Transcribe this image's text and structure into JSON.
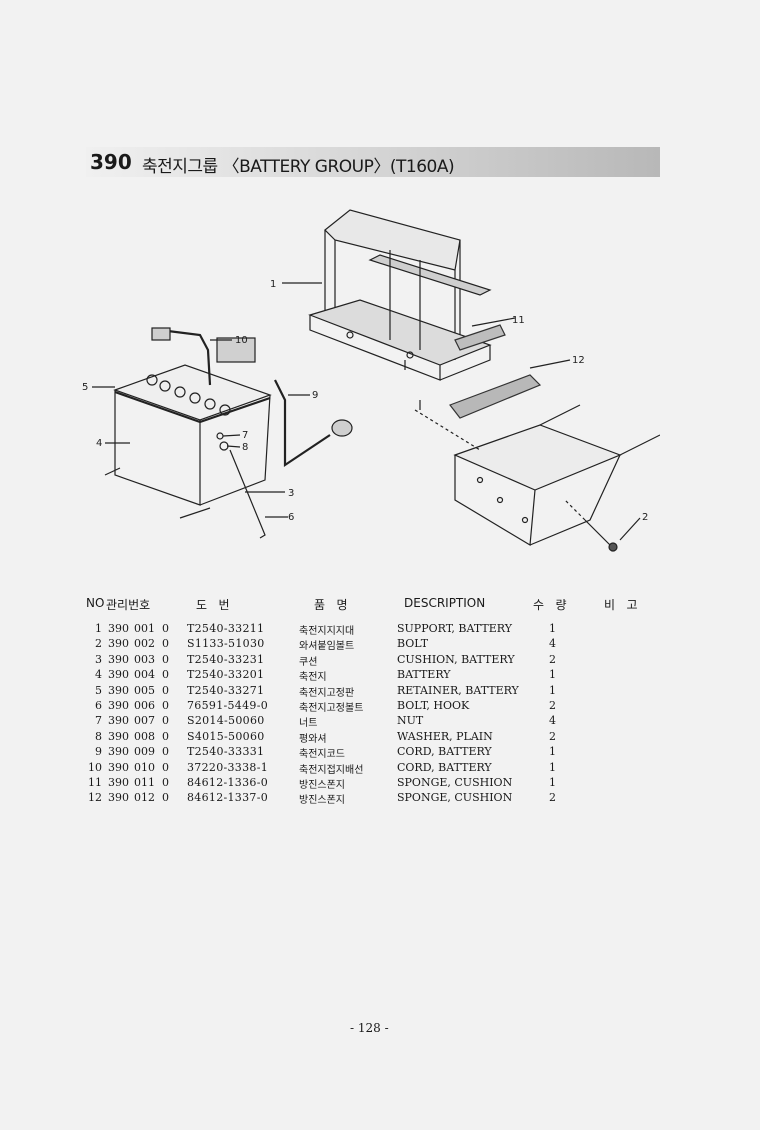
{
  "header": {
    "group_no": "390",
    "title": "축전지그룹 〈BATTERY GROUP〉(T160A)"
  },
  "diagram": {
    "callouts": [
      "1",
      "2",
      "3",
      "4",
      "5",
      "6",
      "7",
      "8",
      "9",
      "10",
      "11",
      "12"
    ]
  },
  "table": {
    "headers": {
      "no": "NO",
      "mgmt_no": "관리번호",
      "drawing": "도   번",
      "name": "품   명",
      "description": "DESCRIPTION",
      "qty": "수   량",
      "remarks": "비   고"
    },
    "rows": [
      {
        "no": "1",
        "g": "390",
        "s": "001",
        "r": "0",
        "drawing": "T2540-33211",
        "name": "축전지지지대",
        "desc": "SUPPORT, BATTERY",
        "qty": "1"
      },
      {
        "no": "2",
        "g": "390",
        "s": "002",
        "r": "0",
        "drawing": "S1133-51030",
        "name": "와셔붙임볼트",
        "desc": "BOLT",
        "qty": "4"
      },
      {
        "no": "3",
        "g": "390",
        "s": "003",
        "r": "0",
        "drawing": "T2540-33231",
        "name": "쿠션",
        "desc": "CUSHION, BATTERY",
        "qty": "2"
      },
      {
        "no": "4",
        "g": "390",
        "s": "004",
        "r": "0",
        "drawing": "T2540-33201",
        "name": "축전지",
        "desc": "BATTERY",
        "qty": "1"
      },
      {
        "no": "5",
        "g": "390",
        "s": "005",
        "r": "0",
        "drawing": "T2540-33271",
        "name": "축전지고정판",
        "desc": "RETAINER, BATTERY",
        "qty": "1"
      },
      {
        "no": "6",
        "g": "390",
        "s": "006",
        "r": "0",
        "drawing": "76591-5449-0",
        "name": "축전지고정볼트",
        "desc": "BOLT, HOOK",
        "qty": "2"
      },
      {
        "no": "7",
        "g": "390",
        "s": "007",
        "r": "0",
        "drawing": "S2014-50060",
        "name": "너트",
        "desc": "NUT",
        "qty": "4"
      },
      {
        "no": "8",
        "g": "390",
        "s": "008",
        "r": "0",
        "drawing": "S4015-50060",
        "name": "평와셔",
        "desc": "WASHER, PLAIN",
        "qty": "2"
      },
      {
        "no": "9",
        "g": "390",
        "s": "009",
        "r": "0",
        "drawing": "T2540-33331",
        "name": "축전지코드",
        "desc": "CORD, BATTERY",
        "qty": "1"
      },
      {
        "no": "10",
        "g": "390",
        "s": "010",
        "r": "0",
        "drawing": "37220-3338-1",
        "name": "축전지접지배선",
        "desc": "CORD, BATTERY",
        "qty": "1"
      },
      {
        "no": "11",
        "g": "390",
        "s": "011",
        "r": "0",
        "drawing": "84612-1336-0",
        "name": "방진스폰지",
        "desc": "SPONGE, CUSHION",
        "qty": "1"
      },
      {
        "no": "12",
        "g": "390",
        "s": "012",
        "r": "0",
        "drawing": "84612-1337-0",
        "name": "방진스폰지",
        "desc": "SPONGE, CUSHION",
        "qty": "2"
      }
    ]
  },
  "footer": {
    "page_number": "- 128 -"
  }
}
